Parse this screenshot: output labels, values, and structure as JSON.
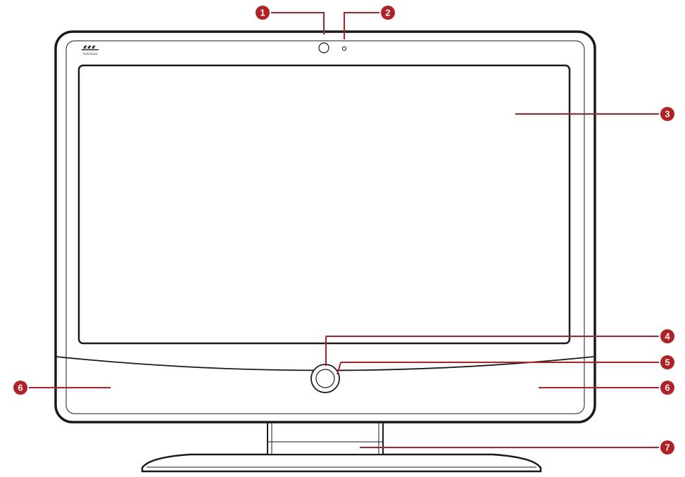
{
  "brand": {
    "logo_icon": "viewsonic-birds-logo",
    "logo_text": "ViewSonic"
  },
  "colors": {
    "callout": "#b52025",
    "bezel_stroke": "#1a1a1a",
    "screen_stroke": "#1a1a1a"
  },
  "callouts": [
    {
      "id": "1",
      "label": "1"
    },
    {
      "id": "2",
      "label": "2"
    },
    {
      "id": "3",
      "label": "3"
    },
    {
      "id": "4",
      "label": "4"
    },
    {
      "id": "5",
      "label": "5"
    },
    {
      "id": "6-left",
      "label": "6"
    },
    {
      "id": "6-right",
      "label": "6"
    },
    {
      "id": "7",
      "label": "7"
    }
  ]
}
